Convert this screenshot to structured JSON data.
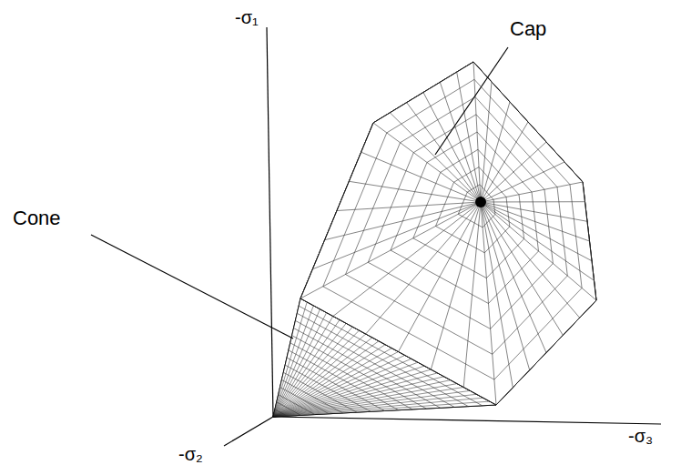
{
  "diagram": {
    "labels": [
      "-σ₁",
      "-σ₂",
      "-σ₃",
      "Cap",
      "Cone"
    ]
  }
}
